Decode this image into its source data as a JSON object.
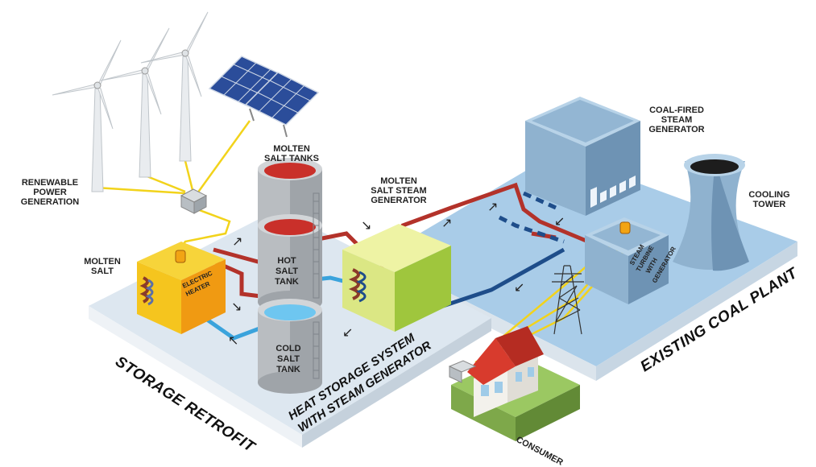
{
  "labels": {
    "renewable": [
      "RENEWABLE",
      "POWER",
      "GENERATION"
    ],
    "molten_salt_tanks": [
      "MOLTEN",
      "SALT TANKS"
    ],
    "molten_salt_steam_generator": [
      "MOLTEN",
      "SALT STEAM",
      "GENERATOR"
    ],
    "coal_fired": [
      "COAL-FIRED",
      "STEAM",
      "GENERATOR"
    ],
    "cooling_tower": [
      "COOLING",
      "TOWER"
    ],
    "molten_salt": [
      "MOLTEN",
      "SALT"
    ],
    "electric_heater": [
      "ELECTRIC",
      "HEATER"
    ],
    "hot_salt_tank": [
      "HOT",
      "SALT",
      "TANK"
    ],
    "cold_salt_tank": [
      "COLD",
      "SALT",
      "TANK"
    ],
    "steam_turbine": [
      "STEAM",
      "TURBINE",
      "WITH",
      "GENERATOR"
    ],
    "consumer": "CONSUMER",
    "storage_retrofit": "STORAGE RETROFIT",
    "heat_storage": [
      "HEAT STORAGE SYSTEM",
      "WITH STEAM GENERATOR"
    ],
    "existing_coal_plant": "EXISTING COAL PLANT"
  },
  "colors": {
    "hot_pipe": "#b3322a",
    "cold_pipe": "#3aa3dc",
    "steam_pipe": "#1e4d8a",
    "power_line": "#f2d31b",
    "platform_storage": "#dde7f0",
    "platform_coal": "#a9cce8"
  },
  "icons": [
    "wind-turbine-icon",
    "solar-panel-icon",
    "transmission-tower-icon",
    "house-icon"
  ]
}
